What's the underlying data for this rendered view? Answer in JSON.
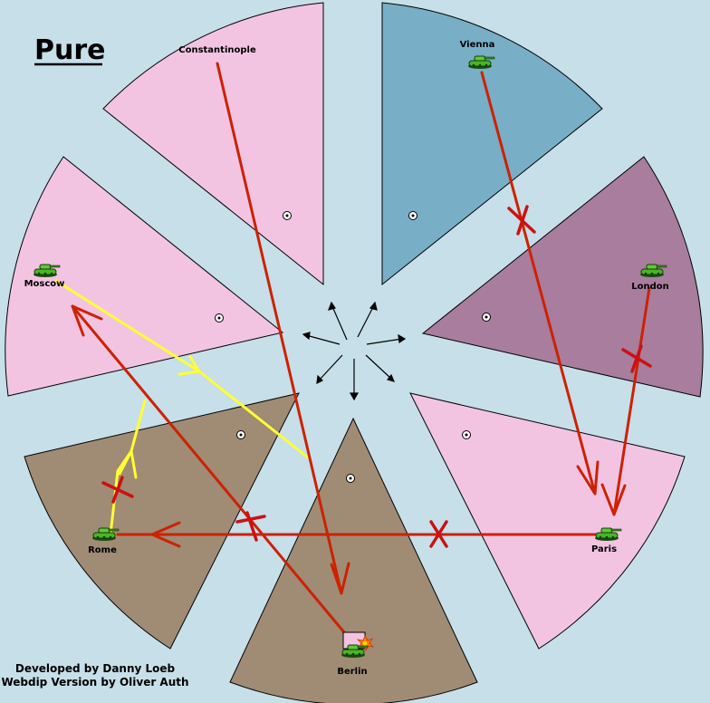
{
  "title": "Pure",
  "credits": [
    "Developed by Danny Loeb",
    "Webdip Version by Oliver Auth"
  ],
  "colors": {
    "sea": "#c6dfe9",
    "pink": "#f2c4e2",
    "blue": "#78aec6",
    "purple": "#a97d9d",
    "brown": "#a08b74",
    "move_arrow": "#cc2200",
    "support_arrow": "#ffff33",
    "failed_marker": "#cc1111"
  },
  "territories": [
    {
      "name": "Constantinople",
      "color": "pink",
      "unit": "none"
    },
    {
      "name": "Vienna",
      "color": "blue",
      "unit": "army"
    },
    {
      "name": "London",
      "color": "purple",
      "unit": "army"
    },
    {
      "name": "Moscow",
      "color": "pink",
      "unit": "army"
    },
    {
      "name": "Paris",
      "color": "pink",
      "unit": "army"
    },
    {
      "name": "Rome",
      "color": "brown",
      "unit": "army"
    },
    {
      "name": "Berlin",
      "color": "brown",
      "unit": "army"
    }
  ],
  "orders": [
    {
      "type": "move",
      "from": "Constantinople",
      "to": "Berlin",
      "result": "success"
    },
    {
      "type": "move",
      "from": "Vienna",
      "to": "Paris",
      "result": "failed"
    },
    {
      "type": "move",
      "from": "London",
      "to": "Paris",
      "result": "failed"
    },
    {
      "type": "move",
      "from": "Paris",
      "to": "Rome",
      "result": "failed"
    },
    {
      "type": "move",
      "from": "Berlin",
      "to": "Moscow",
      "result": "failed"
    },
    {
      "type": "support",
      "from": "Moscow",
      "target": "Constantinople-Berlin"
    },
    {
      "type": "support",
      "from": "Rome",
      "target": "Moscow",
      "result": "failed"
    }
  ],
  "berlin_status": "dislodged"
}
